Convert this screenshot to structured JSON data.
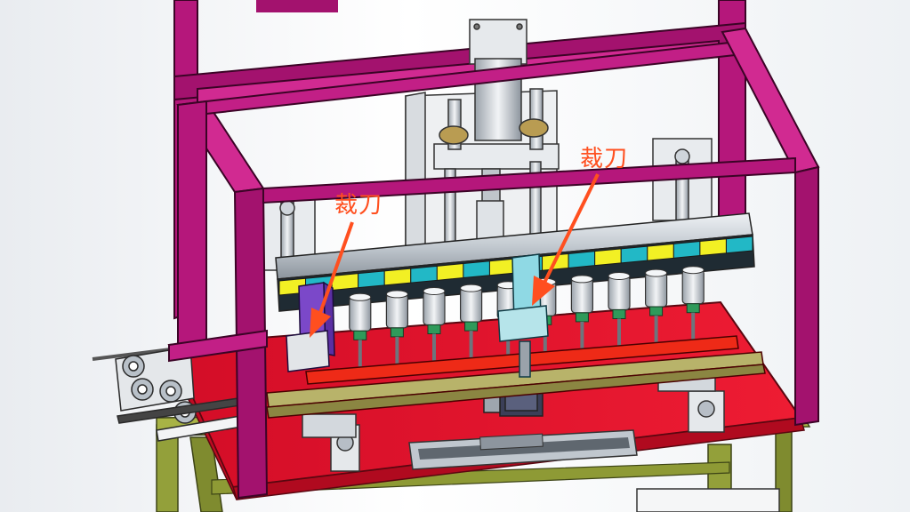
{
  "annotations": [
    {
      "id": "left-callout",
      "label": "裁刀"
    },
    {
      "id": "right-callout",
      "label": "裁刀"
    }
  ],
  "colors": {
    "frame_magenta": "#a3126e",
    "frame_highlight": "#d12a91",
    "table_red": "#e0102b",
    "leg_olive": "#93a03a",
    "rail_silver": "#c7ced6",
    "strip_yellow": "#f2f024",
    "strip_cyan": "#22b8c6",
    "cylinder_metal": "#d8dde2",
    "annotation": "#ff4f1f"
  }
}
